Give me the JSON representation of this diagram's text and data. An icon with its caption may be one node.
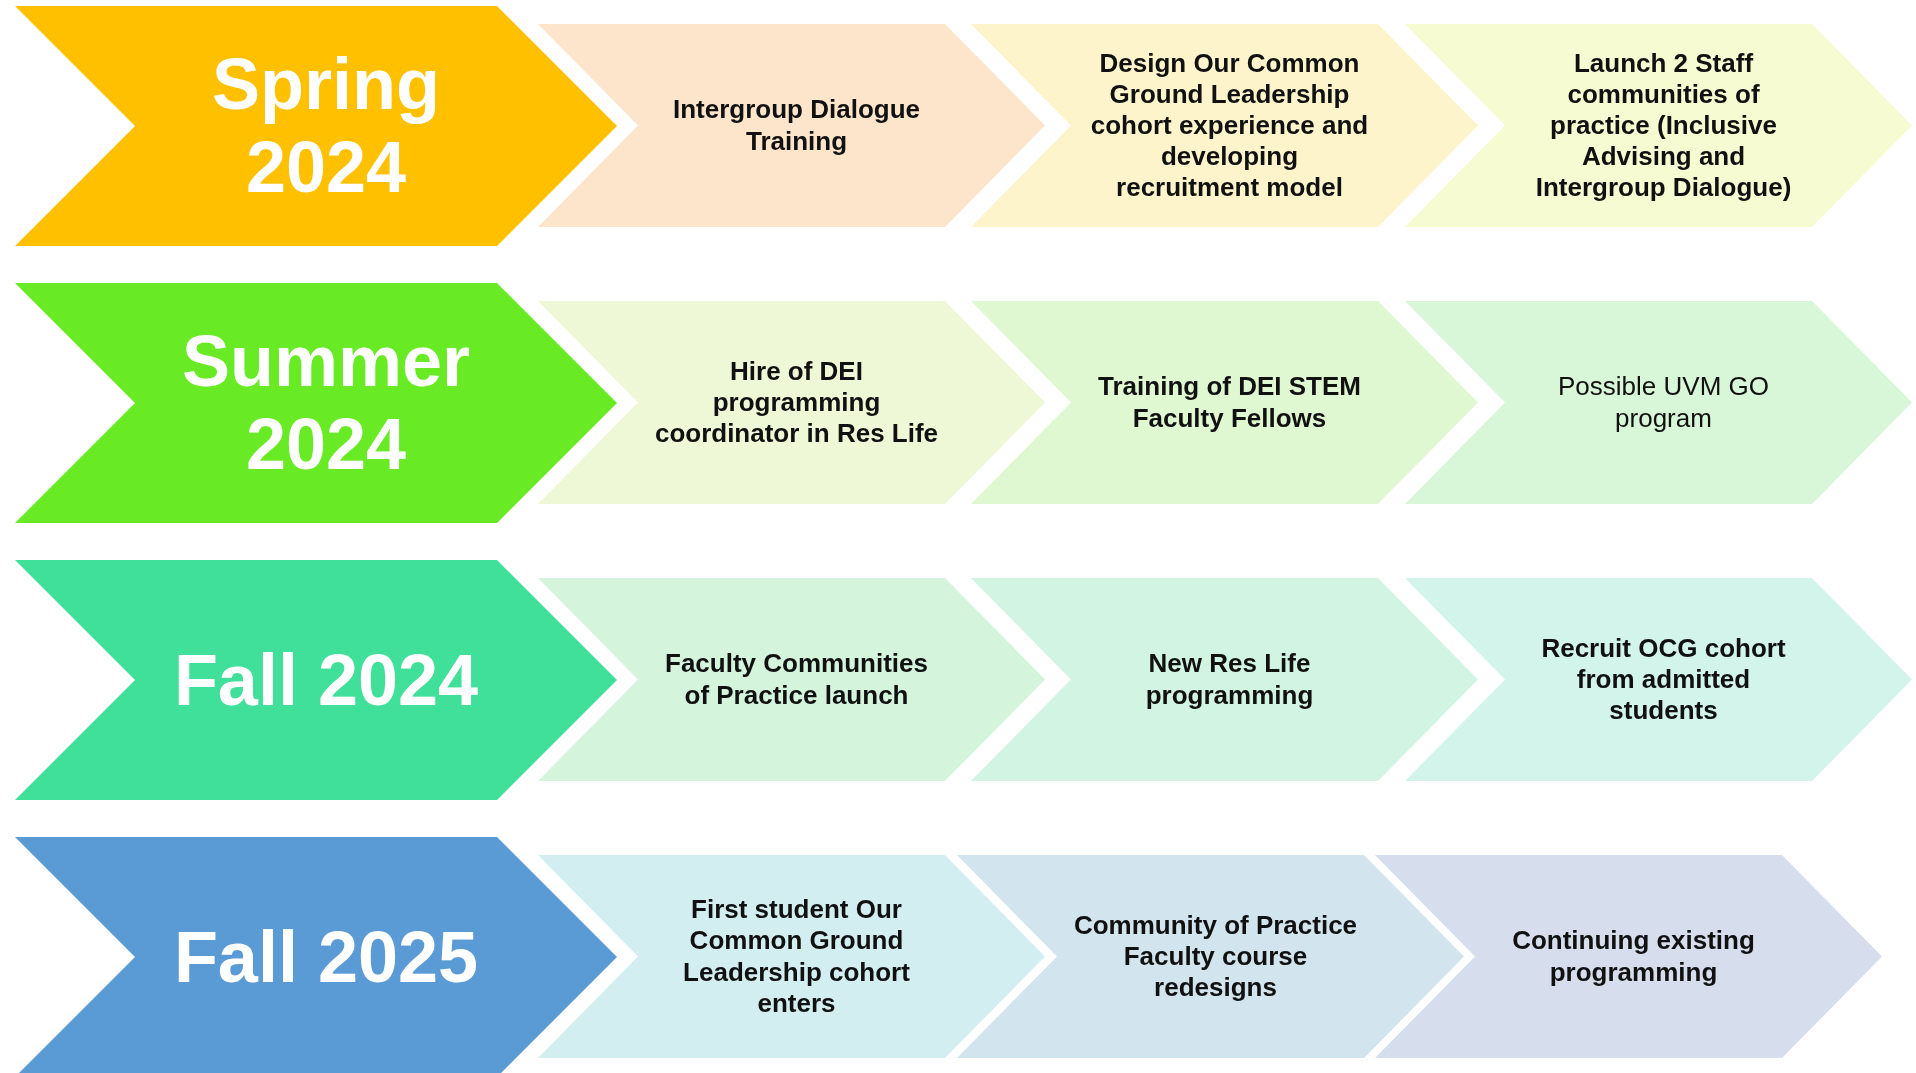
{
  "diagram": {
    "nodes": [
      {
        "text": [
          "Spring 2024"
        ]
      },
      {
        "text": [
          "Intergroup Dialogue Training"
        ]
      },
      {
        "text": [
          "Design Our Common Ground Leadership cohort experience and developing recruitment model"
        ]
      },
      {
        "text": [
          "Launch 2 Staff communities of practice (Inclusive Advising and Intergroup Dialogue)"
        ]
      },
      {
        "text": [
          "Summer 2024"
        ]
      },
      {
        "text": [
          "Hire of DEI programming coordinator in Res Life"
        ]
      },
      {
        "text": [
          "Training of DEI STEM Faculty Fellows"
        ]
      },
      {
        "text": [
          "Possible UVM GO program"
        ]
      },
      {
        "text": [
          "Fall 2024"
        ]
      },
      {
        "text": [
          "Faculty Communities of Practice launch"
        ]
      },
      {
        "text": [
          "New Res Life programming"
        ]
      },
      {
        "text": [
          "Recruit OCG cohort from admitted students"
        ]
      },
      {
        "text": [
          "Fall 2025"
        ]
      },
      {
        "text": [
          "First student Our Common Ground Leadership cohort enters"
        ]
      },
      {
        "text": [
          "Community of Practice Faculty course redesigns"
        ]
      },
      {
        "text": [
          "Continuing existing programming"
        ]
      }
    ]
  }
}
